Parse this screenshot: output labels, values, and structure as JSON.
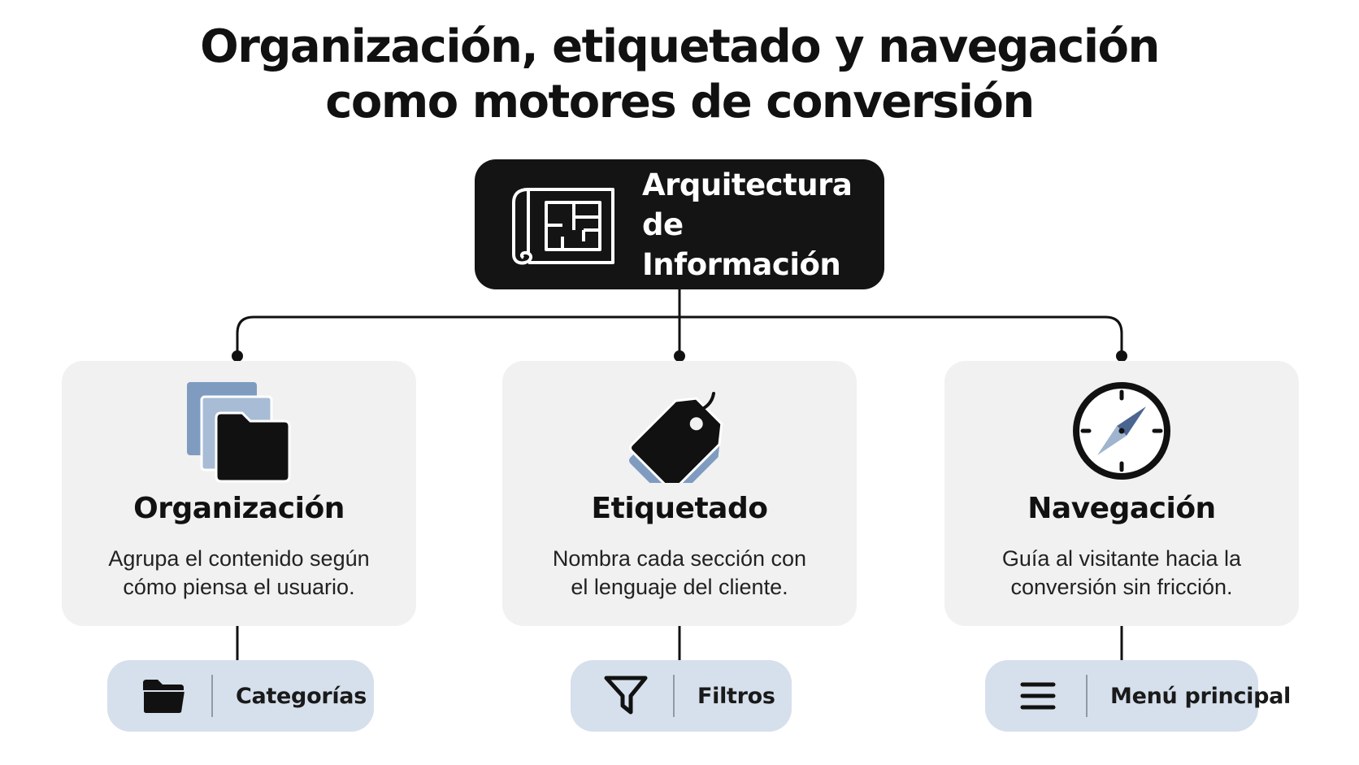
{
  "title": {
    "line1": "Organización, etiquetado y navegación",
    "line2": "como motores de conversión"
  },
  "root": {
    "line1": "Arquitectura",
    "line2": "de Información",
    "icon": "blueprint-icon"
  },
  "cards": [
    {
      "title": "Organización",
      "desc_line1": "Agrupa el contenido según",
      "desc_line2": "cómo piensa el usuario.",
      "icon": "folders-icon",
      "pill_label": "Categorías",
      "pill_icon": "folder-icon"
    },
    {
      "title": "Etiquetado",
      "desc_line1": "Nombra cada sección con",
      "desc_line2": "el lenguaje del cliente.",
      "icon": "tag-icon",
      "pill_label": "Filtros",
      "pill_icon": "filter-icon"
    },
    {
      "title": "Navegación",
      "desc_line1": "Guía al visitante hacia la",
      "desc_line2": "conversión sin fricción.",
      "icon": "compass-icon",
      "pill_label": "Menú principal",
      "pill_icon": "hamburger-menu-icon"
    }
  ],
  "colors": {
    "root_bg": "#141414",
    "card_bg": "#f1f1f1",
    "pill_bg": "#d6e0ec",
    "accent_blue": "#7f9cc0"
  }
}
